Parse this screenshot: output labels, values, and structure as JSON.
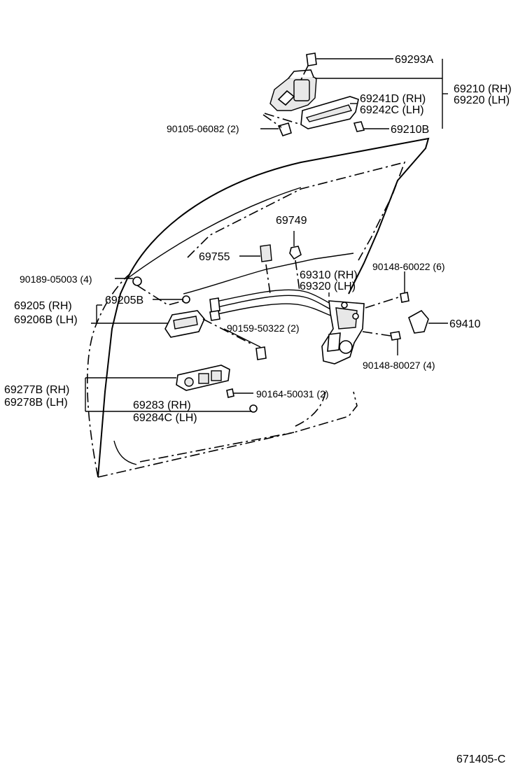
{
  "labels": {
    "p69293A": "69293A",
    "p69210": "69210 (RH)",
    "p69220": "69220 (LH)",
    "p69241D": "69241D (RH)",
    "p69242C": "69242C (LH)",
    "p69210B": "69210B",
    "p90105": "90105-06082 (2)",
    "p69749": "69749",
    "p69755": "69755",
    "p69310": "69310 (RH)",
    "p69320": "69320 (LH)",
    "p90148a": "90148-60022 (6)",
    "p90189": "90189-05003 (4)",
    "p69205B": "69205B",
    "p69205": "69205   (RH)",
    "p69206B": "69206B (LH)",
    "p90159": "90159-50322 (2)",
    "p69410": "69410",
    "p90148b": "90148-80027 (4)",
    "p69277B": "69277B (RH)",
    "p69278B": "69278B (LH)",
    "p90164": "90164-50031 (2)",
    "p69283": "69283   (RH)",
    "p69284C": "69284C (LH)",
    "figure_code": "671405-C"
  }
}
